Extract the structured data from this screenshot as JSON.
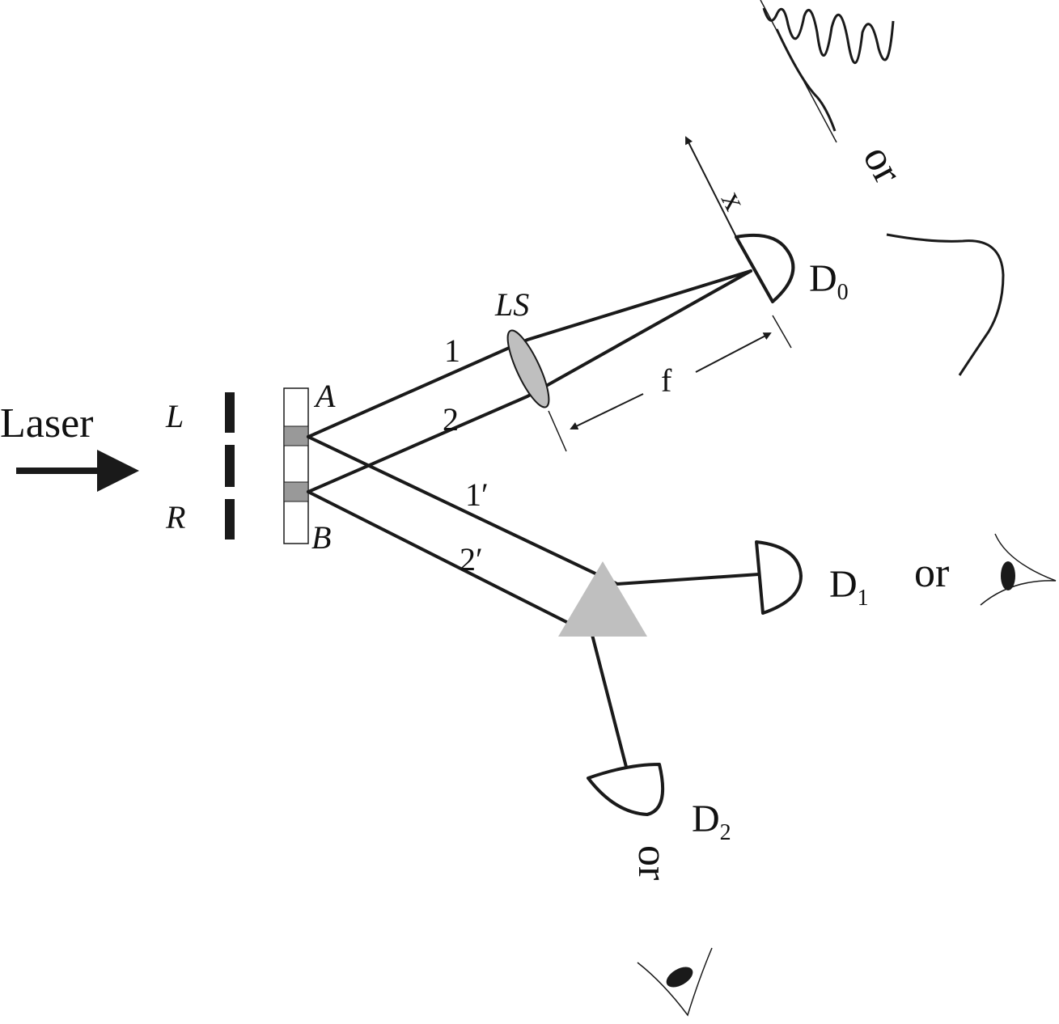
{
  "source": {
    "laser": "Laser"
  },
  "slits": {
    "left": "L",
    "right": "R"
  },
  "points": {
    "a": "A",
    "b": "B"
  },
  "paths": {
    "p1": "1",
    "p2": "2",
    "p1p": "1′",
    "p2p": "2′"
  },
  "lens": {
    "label": "LS",
    "focal": "f"
  },
  "detectors": {
    "d0": {
      "name": "D",
      "sub": "0",
      "axis": "x"
    },
    "d1": {
      "name": "D",
      "sub": "1"
    },
    "d2": {
      "name": "D",
      "sub": "2"
    }
  },
  "alternatives": {
    "or": "or"
  },
  "colors": {
    "ink": "#1a1a1a",
    "gray": "#bfbfbf",
    "slit_fill": "#999999"
  }
}
